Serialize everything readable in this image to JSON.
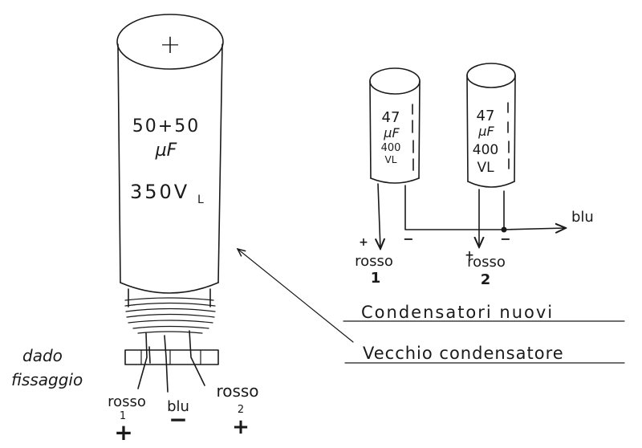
{
  "old_capacitor": {
    "cap_symbol": "+",
    "line1": "50+50",
    "line2": "µF",
    "line3": "350V",
    "line3_sub": "L"
  },
  "bracket": {
    "label_line1": "dado",
    "label_line2": "fissaggio"
  },
  "old_leads": {
    "left_name": "rosso",
    "left_num": "1",
    "left_sign": "+",
    "mid_name": "blu",
    "mid_sign": "−",
    "right_name": "rosso",
    "right_num": "2",
    "right_sign": "+"
  },
  "new_cap_1": {
    "line1": "47",
    "line2": "µF",
    "line3": "400",
    "line4": "VL"
  },
  "new_cap_2": {
    "line1": "47",
    "line2": "µF",
    "line3": "400",
    "line4": "VL"
  },
  "new_wiring": {
    "blu_label": "blu",
    "cap1_plus": "+",
    "cap1_minus": "−",
    "cap1_wire_name": "rosso",
    "cap1_wire_num": "1",
    "cap2_plus": "+",
    "cap2_minus": "−",
    "cap2_wire_name": "rosso",
    "cap2_wire_num": "2"
  },
  "captions": {
    "new": "Condensatori nuovi",
    "old": "Vecchio condensatore"
  }
}
